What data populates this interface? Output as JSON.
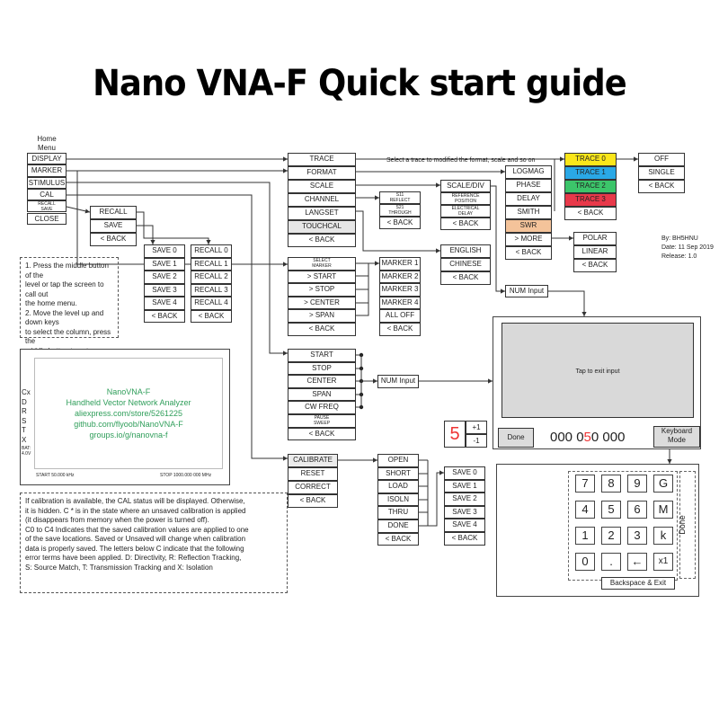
{
  "title": "Nano VNA-F Quick start guide",
  "home_label": "Home\nMenu",
  "home_menu": [
    "DISPLAY",
    "MARKER",
    "STIMULUS",
    "CAL",
    "RECALL\nSAVE",
    "CLOSE"
  ],
  "display_menu": [
    "TRACE",
    "FORMAT",
    "SCALE",
    "CHANNEL",
    "LANGSET",
    "TOUCHCAL",
    "< BACK"
  ],
  "trace_note": "Select a trace to modified the format, scale and so on",
  "traces": [
    {
      "label": "TRACE 0",
      "color": "#fbe61a"
    },
    {
      "label": "TRACE 1",
      "color": "#2aa8e6"
    },
    {
      "label": "TRACE 2",
      "color": "#3cc56a"
    },
    {
      "label": "TRACE 3",
      "color": "#e8394a"
    },
    {
      "label": "< BACK",
      "color": "#ffffff"
    }
  ],
  "off_menu": [
    "OFF",
    "SINGLE",
    "< BACK"
  ],
  "format_menu": [
    "LOGMAG",
    "PHASE",
    "DELAY",
    "SMITH",
    "SWR",
    "> MORE",
    "< BACK"
  ],
  "swr_color": "#f4c39a",
  "more_menu": [
    "POLAR",
    "LINEAR",
    "< BACK"
  ],
  "scale_menu": [
    "SCALE/DIV",
    "REFERENCE\nPOSITION",
    "ELECTRICAL\nDELAY",
    "< BACK"
  ],
  "channel_menu": [
    "S11\nREFLECT",
    "S21\nTHROUGH",
    "< BACK"
  ],
  "lang_menu": [
    "ENGLISH",
    "CHINESE",
    "< BACK"
  ],
  "num_input": "NUM Input",
  "author": {
    "by": "By: BH5HNU",
    "date": "Date: 11 Sep 2019",
    "release": "Release: 1.0"
  },
  "recall_save_menu": [
    "RECALL",
    "SAVE",
    "< BACK"
  ],
  "save_list": [
    "SAVE 0",
    "SAVE 1",
    "SAVE 2",
    "SAVE 3",
    "SAVE 4",
    "< BACK"
  ],
  "recall_list": [
    "RECALL 0",
    "RECALL 1",
    "RECALL 2",
    "RECALL 3",
    "RECALL 4",
    "< BACK"
  ],
  "marker_menu": [
    "SELECT\nMARKER",
    "> START",
    "> STOP",
    "> CENTER",
    "> SPAN",
    "< BACK"
  ],
  "marker_list": [
    "MARKER 1",
    "MARKER 2",
    "MARKER 3",
    "MARKER 4",
    "ALL OFF",
    "< BACK"
  ],
  "instructions": "1. Press the middle button of the\nlevel or tap the screen to call out\nthe home menu.\n2. Move the level up and down keys\nto select the column, press the\nmiddle button to enter or directly\nclick the corresponding column to\nenter.",
  "stimulus_menu": [
    "START",
    "STOP",
    "CENTER",
    "SPAN",
    "CW FREQ",
    "PAUSE\nSWEEP",
    "< BACK"
  ],
  "screen": {
    "status": [
      "Cx",
      "D",
      "R",
      "S",
      "T",
      "X"
    ],
    "bat": "BAT:\n4.0V",
    "lines": [
      "NanoVNA-F",
      "Handheld Vector Network Analyzer",
      "aliexpress.com/store/5261225",
      "github.com/flyoob/NanoVNA-F",
      "groups.io/g/nanovna-f"
    ],
    "start": "START 50.000 kHz",
    "stop": "STOP 1000.000 000 MHz",
    "text_color": "#2f9e5a"
  },
  "input_panel": {
    "tap": "Tap to exit input",
    "digit": "5",
    "plus": "+1",
    "minus": "-1",
    "done": "Done",
    "value_pre": "000 0",
    "value_hl": "5",
    "value_post": "0 000",
    "keyboard": "Keyboard\nMode"
  },
  "calibrate_menu": [
    "CALIBRATE",
    "RESET",
    "CORRECT",
    "< BACK"
  ],
  "cal_steps": [
    "OPEN",
    "SHORT",
    "LOAD",
    "ISOLN",
    "THRU",
    "DONE",
    "< BACK"
  ],
  "cal_save": [
    "SAVE 0",
    "SAVE 1",
    "SAVE 2",
    "SAVE 3",
    "SAVE 4",
    "< BACK"
  ],
  "cal_note": "If calibration is available, the CAL status will be displayed. Otherwise,\nit is hidden. C * is in the state where an unsaved calibration is applied\n(it disappears from memory when the power is turned off).\nC0 to C4 Indicates that the saved calibration values are applied to one\nof the save locations. Saved or Unsaved will change when calibration\ndata is properly saved. The letters below C indicate that the following\nerror terms have been applied. D: Directivity, R: Reflection Tracking,\nS: Source Match, T: Transmission Tracking and X: Isolation",
  "keypad": {
    "rows": [
      [
        "7",
        "8",
        "9",
        "G"
      ],
      [
        "4",
        "5",
        "6",
        "M"
      ],
      [
        "1",
        "2",
        "3",
        "k"
      ],
      [
        "0",
        ".",
        "←",
        "x1"
      ]
    ],
    "done": "Done",
    "backspace": "Backspace & Exit"
  }
}
